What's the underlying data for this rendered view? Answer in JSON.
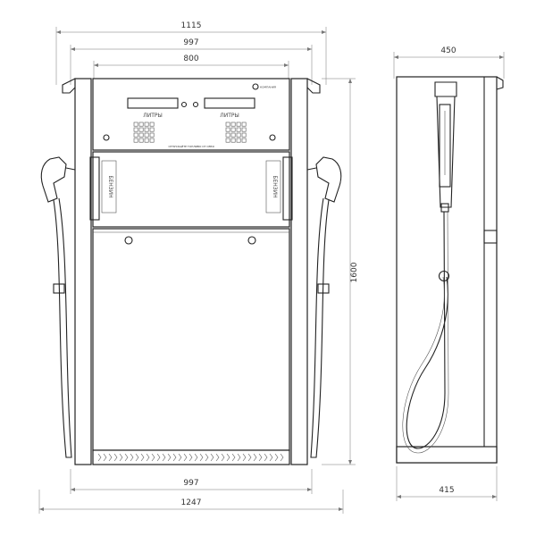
{
  "dimensions": {
    "overall_top": "1115",
    "mid_top": "997",
    "head_width": "800",
    "height": "1600",
    "side_top": "450",
    "bottom_front": "997",
    "bottom_overall": "1247",
    "side_bottom": "415"
  },
  "panel": {
    "display_left_label": "ЛИТРЫ",
    "display_right_label": "ЛИТРЫ",
    "caption": "ОТПУСКАЙТЕ ТОПЛИВО ОТ СЕБЯ"
  },
  "branding": {
    "logo_text": "КОМПАНИЯ",
    "module_label": "БЕНЗИН"
  }
}
